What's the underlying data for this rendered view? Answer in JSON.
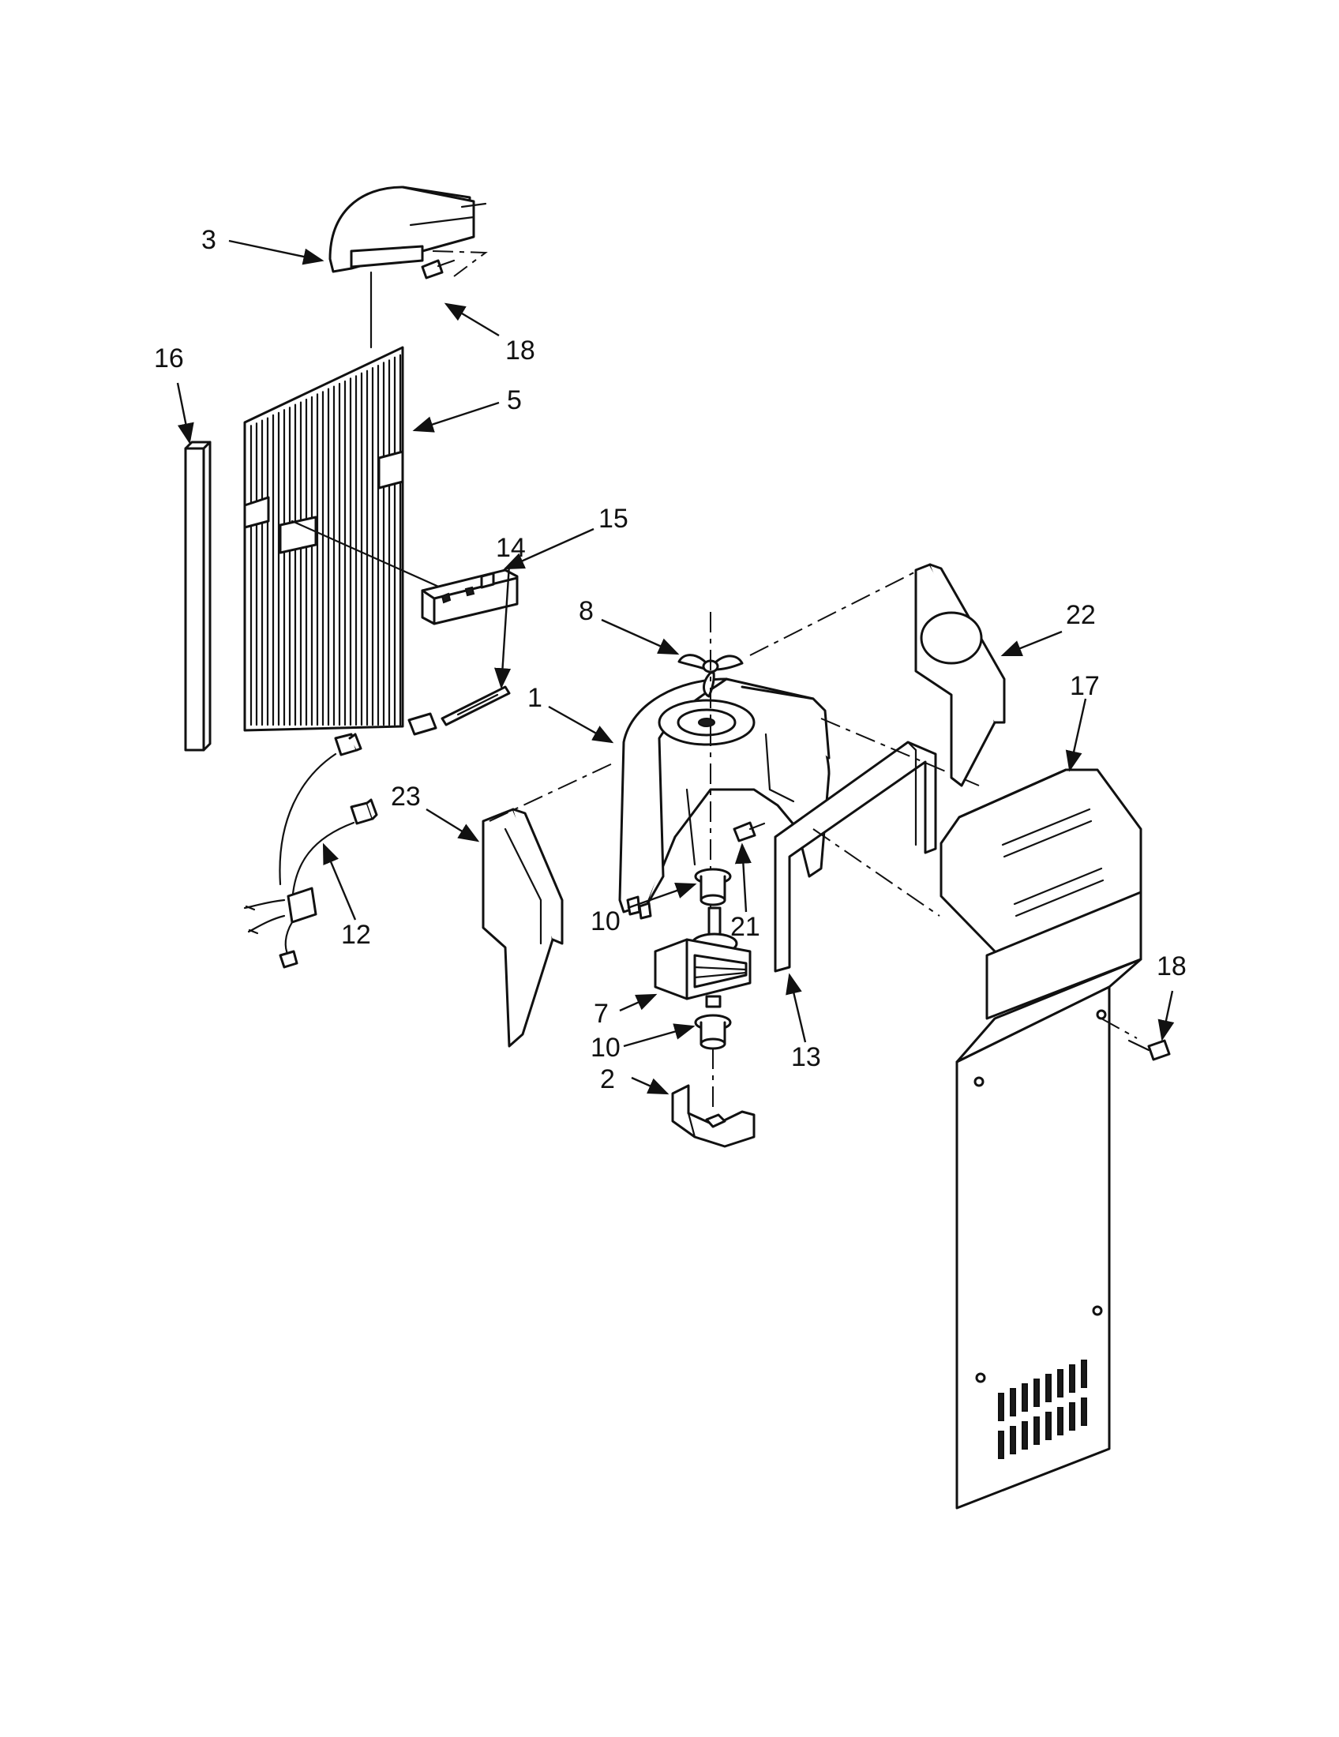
{
  "callouts": {
    "c1": "1",
    "c2": "2",
    "c3": "3",
    "c5": "5",
    "c7": "7",
    "c8": "8",
    "c10a": "10",
    "c10b": "10",
    "c12": "12",
    "c13": "13",
    "c14": "14",
    "c15": "15",
    "c16": "16",
    "c17": "17",
    "c18a": "18",
    "c18b": "18",
    "c21": "21",
    "c22": "22",
    "c23": "23"
  },
  "colors": {
    "line": "#111111",
    "background": "#ffffff"
  }
}
